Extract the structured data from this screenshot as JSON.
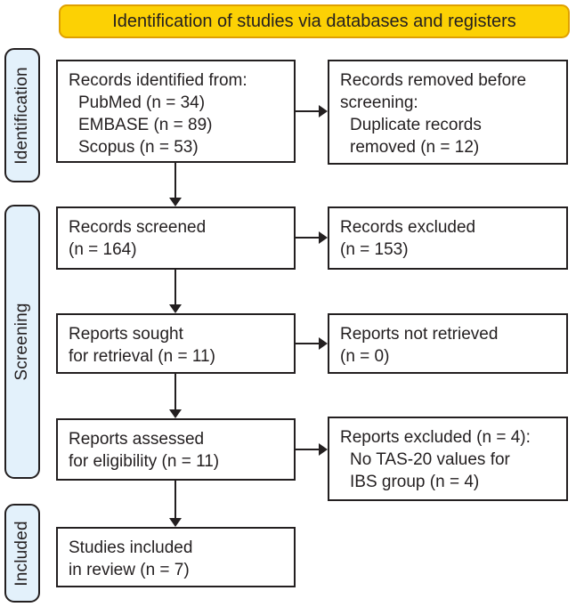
{
  "header": {
    "title": "Identification of studies via databases and registers"
  },
  "sidebar": {
    "identification": "Identification",
    "screening": "Screening",
    "included": "Included"
  },
  "boxes": {
    "records_identified": {
      "lines": [
        "Records identified from:",
        "PubMed (n = 34)",
        "EMBASE (n = 89)",
        "Scopus (n = 53)"
      ]
    },
    "records_removed": {
      "lines": [
        "Records removed before",
        "screening:",
        "Duplicate records",
        "removed (n = 12)"
      ]
    },
    "records_screened": {
      "lines": [
        "Records screened",
        "(n = 164)"
      ]
    },
    "records_excluded": {
      "lines": [
        "Records excluded",
        "(n = 153)"
      ]
    },
    "reports_sought": {
      "lines": [
        "Reports sought",
        "for retrieval (n = 11)"
      ]
    },
    "reports_not_retrieved": {
      "lines": [
        "Reports not retrieved",
        "(n = 0)"
      ]
    },
    "reports_assessed": {
      "lines": [
        "Reports assessed",
        "for eligibility (n = 11)"
      ]
    },
    "reports_excluded": {
      "lines": [
        "Reports excluded (n = 4):",
        "No TAS-20 values for",
        "IBS group (n = 4)"
      ]
    },
    "studies_included": {
      "lines": [
        "Studies included",
        "in review (n = 7)"
      ]
    }
  },
  "colors": {
    "header_fill": "#FCD104",
    "header_border": "#DFA000",
    "stage_fill": "#E3F1FB",
    "ink": "#231F20"
  }
}
